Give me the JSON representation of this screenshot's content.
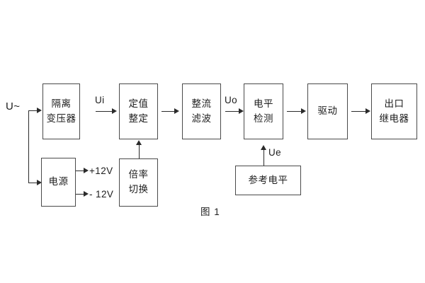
{
  "figure": {
    "caption": "图 1",
    "input_label": "U~",
    "line_color": "#2b2b2b",
    "box_border_color": "#4a4a4a",
    "text_color": "#1d1d1d",
    "background": "#ffffff"
  },
  "blocks": [
    {
      "id": "isolation-transformer",
      "lines": [
        "隔离",
        "变压器"
      ]
    },
    {
      "id": "setting-value",
      "lines": [
        "定值",
        "整定"
      ]
    },
    {
      "id": "rectifier-filter",
      "lines": [
        "整流",
        "滤波"
      ]
    },
    {
      "id": "level-detection",
      "lines": [
        "电平",
        "检测"
      ]
    },
    {
      "id": "drive",
      "lines": [
        "驱动"
      ]
    },
    {
      "id": "output-relay",
      "lines": [
        "出口",
        "继电器"
      ]
    },
    {
      "id": "power-supply",
      "lines": [
        "电源"
      ]
    },
    {
      "id": "multiplier-switch",
      "lines": [
        "倍率",
        "切换"
      ]
    },
    {
      "id": "reference-level",
      "lines": [
        "参考电平"
      ]
    }
  ],
  "signals": {
    "ui": "Ui",
    "uo": "Uo",
    "ue": "Ue",
    "rail_positive": "+12V",
    "rail_negative": "- 12V"
  }
}
